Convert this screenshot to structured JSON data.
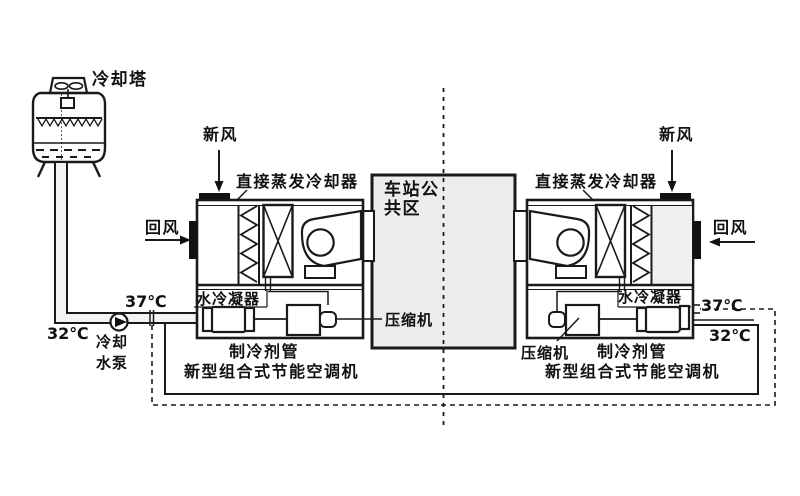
{
  "diagram": {
    "cooling_tower": {
      "label": "冷却塔"
    },
    "pump": {
      "label_line1": "冷却",
      "label_line2": "水泵"
    },
    "temperatures": {
      "left_return": "37℃",
      "left_supply": "32℃",
      "right_return": "37℃",
      "right_supply": "32℃"
    },
    "station": {
      "label_line1": "车站公",
      "label_line2": "共区"
    },
    "left_unit": {
      "fresh_air": "新风",
      "return_air": "回风",
      "direct_evaporative_cooler": "直接蒸发冷却器",
      "water_condenser": "水冷凝器",
      "compressor": "压缩机",
      "refrigerant_pipe": "制冷剂管",
      "unit_name": "新型组合式节能空调机"
    },
    "right_unit": {
      "fresh_air": "新风",
      "return_air": "回风",
      "direct_evaporative_cooler": "直接蒸发冷却器",
      "water_condenser": "水冷凝器",
      "compressor": "压缩机",
      "refrigerant_pipe": "制冷剂管",
      "unit_name": "新型组合式节能空调机"
    },
    "colors": {
      "line": "#1a1a1a",
      "station_fill": "#ececec",
      "pipe_fill": "#f3f3f3",
      "damper_fill": "#111111"
    }
  }
}
